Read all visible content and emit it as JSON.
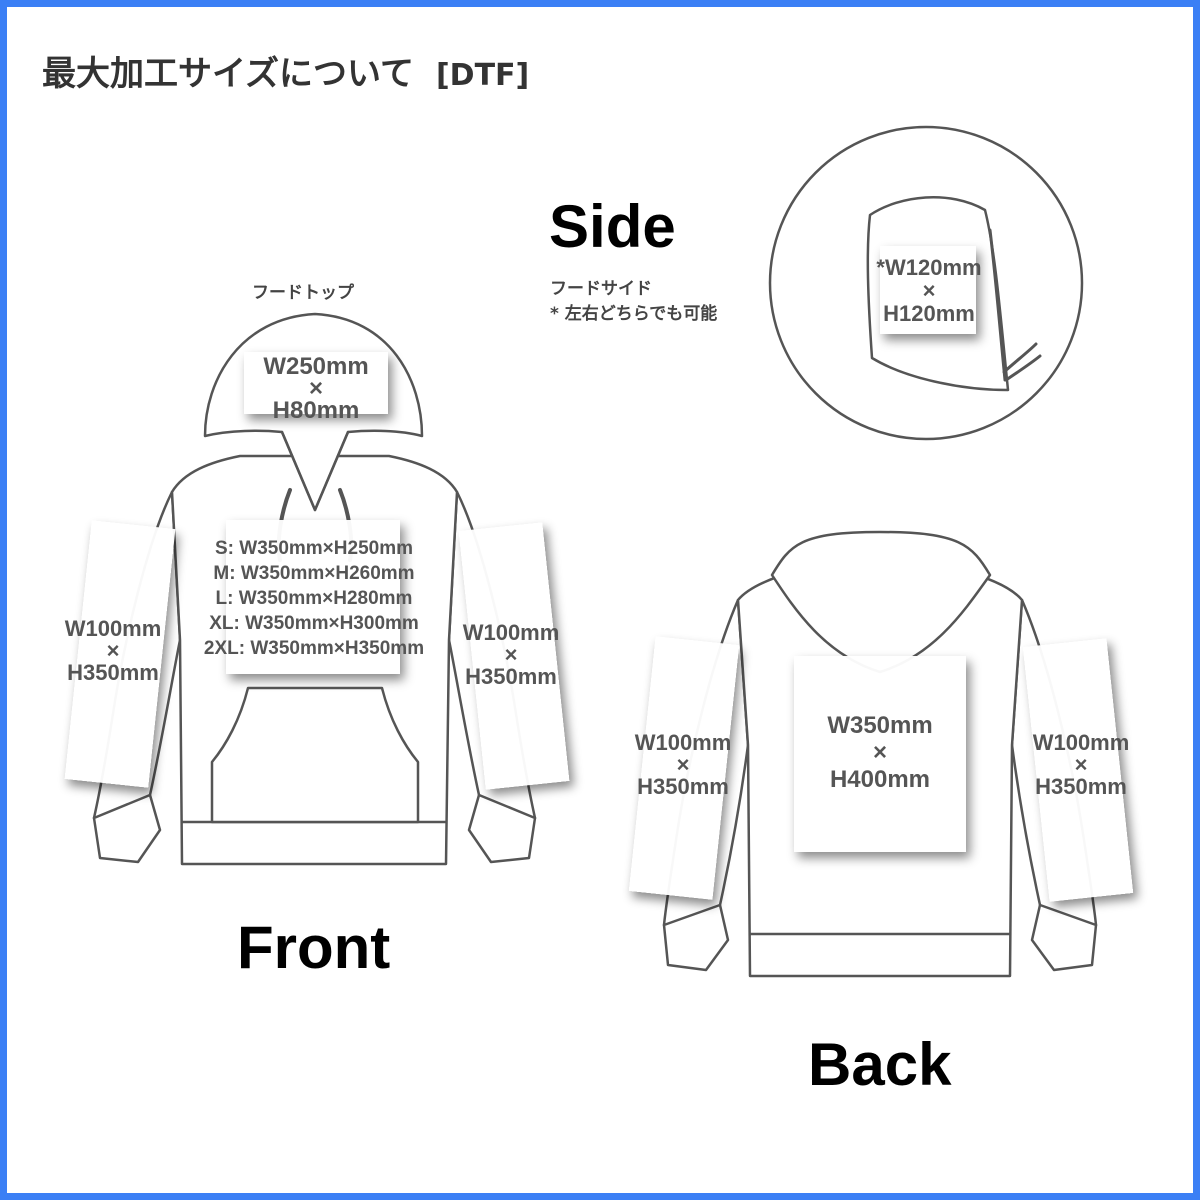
{
  "header": {
    "title": "最大加工サイズについて",
    "tag": "[DTF]"
  },
  "colors": {
    "frame": "#3b7ff5",
    "outline": "#555555",
    "label": "#000000",
    "dimension_text": "#555555"
  },
  "front": {
    "label": "Front",
    "hood_caption": "フードトップ",
    "hood_size": {
      "w": "W250mm",
      "x": "×",
      "h": "H80mm"
    },
    "body_sizes": [
      "S: W350mm×H250mm",
      "M: W350mm×H260mm",
      "L: W350mm×H280mm",
      "XL: W350mm×H300mm",
      "2XL: W350mm×H350mm"
    ],
    "left_sleeve": {
      "w": "W100mm",
      "x": "×",
      "h": "H350mm"
    },
    "right_sleeve": {
      "w": "W100mm",
      "x": "×",
      "h": "H350mm"
    }
  },
  "side": {
    "label": "Side",
    "caption": "フードサイド",
    "note": "* 左右どちらでも可能",
    "size": {
      "w": "*W120mm",
      "x": "×",
      "h": "H120mm"
    }
  },
  "back": {
    "label": "Back",
    "body_size": {
      "w": "W350mm",
      "x": "×",
      "h": "H400mm"
    },
    "left_sleeve": {
      "w": "W100mm",
      "x": "×",
      "h": "H350mm"
    },
    "right_sleeve": {
      "w": "W100mm",
      "x": "×",
      "h": "H350mm"
    }
  }
}
